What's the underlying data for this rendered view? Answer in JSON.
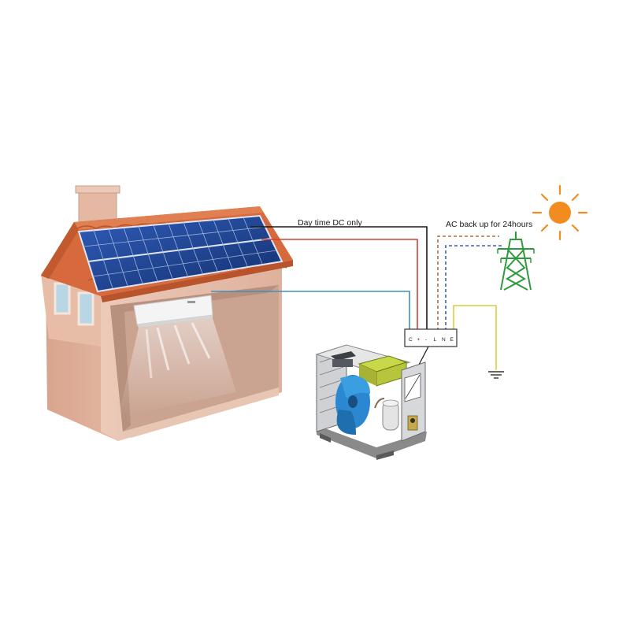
{
  "labels": {
    "dc_line": "Day time DC only",
    "ac_line": "AC back up for 24hours"
  },
  "terminal_block": [
    "C",
    "+",
    "-",
    "L",
    "N",
    "E"
  ],
  "colors": {
    "house_wall": "#e8c0ae",
    "roof_tile": "#d66a3c",
    "solar_panel": "#1c3f8a",
    "dc_positive_wire": "#d9402f",
    "dc_negative_wire": "#1a1a1a",
    "signal_wire": "#3d8fbf",
    "ac_live_wire": "#b56b3a",
    "ac_neutral_wire": "#3a5fbf",
    "earth_wire": "#d8cf3a",
    "sun": "#f28c1e",
    "pylon": "#2f9a3c",
    "fan_blade": "#2b88d0"
  },
  "icons": [
    "sun-icon",
    "power-pylon-icon",
    "ground-symbol-icon",
    "solar-panel-array",
    "indoor-ac-unit",
    "outdoor-ac-unit"
  ]
}
